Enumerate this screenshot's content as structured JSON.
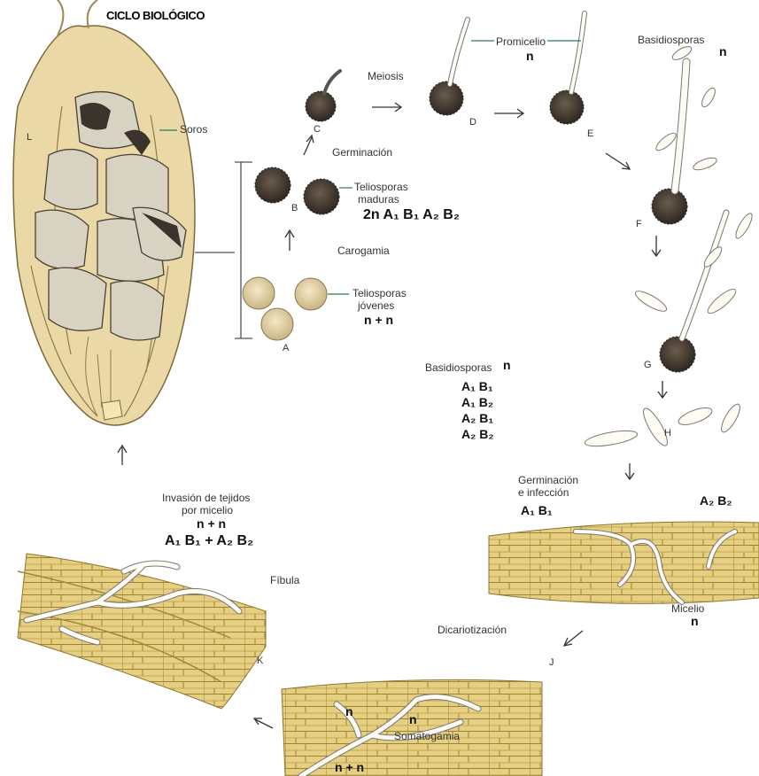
{
  "title": "CICLO BIOLÓGICO",
  "stages": {
    "L": "L",
    "A": "A",
    "B": "B",
    "C": "C",
    "D": "D",
    "E": "E",
    "F": "F",
    "G": "G",
    "H": "H",
    "J": "J",
    "K": "K"
  },
  "labels": {
    "soros": "Soros",
    "meiosis": "Meiosis",
    "promicelio": "Promicelio",
    "promicelio_ploidy": "n",
    "basidiosporas_top": "Basidiosporas",
    "basidiosporas_top_ploidy": "n",
    "germinacion": "Germinación",
    "teliosporas_maduras_1": "Teliosporas",
    "teliosporas_maduras_2": "maduras",
    "teliosporas_maduras_genetics": "2n  A₁  B₁  A₂  B₂",
    "cariogamia": "Carogamia",
    "teliosporas_jovenes_1": "Teliosporas",
    "teliosporas_jovenes_2": "jóvenes",
    "teliosporas_jovenes_ploidy": "n + n",
    "basidiosporas_mid": "Basidiosporas",
    "basidiosporas_mid_ploidy": "n",
    "genotype_1": "A₁ B₁",
    "genotype_2": "A₁ B₂",
    "genotype_3": "A₂ B₁",
    "genotype_4": "A₂ B₂",
    "germinacion_infeccion_1": "Germinación",
    "germinacion_infeccion_2": "e infección",
    "infeccion_left": "A₁ B₁",
    "infeccion_right": "A₂ B₂",
    "micelio": "Micelio",
    "micelio_ploidy": "n",
    "dicariotizacion": "Dicariotización",
    "somatogamia": "Somatogamia",
    "somato_n1": "n",
    "somato_n2": "n",
    "somato_nn": "n + n",
    "invasion_1": "Invasión de tejidos",
    "invasion_2": "por micelio",
    "invasion_ploidy": "n + n",
    "invasion_genetics": "A₁ B₁ + A₂ B₂",
    "fibula": "Fíbula"
  },
  "colors": {
    "tissue": "#e8d38a",
    "tissue_line": "#a08a3a",
    "spore": "#5a4a3a",
    "ear": "#e9dcb4",
    "kernel": "#f2efe6"
  }
}
